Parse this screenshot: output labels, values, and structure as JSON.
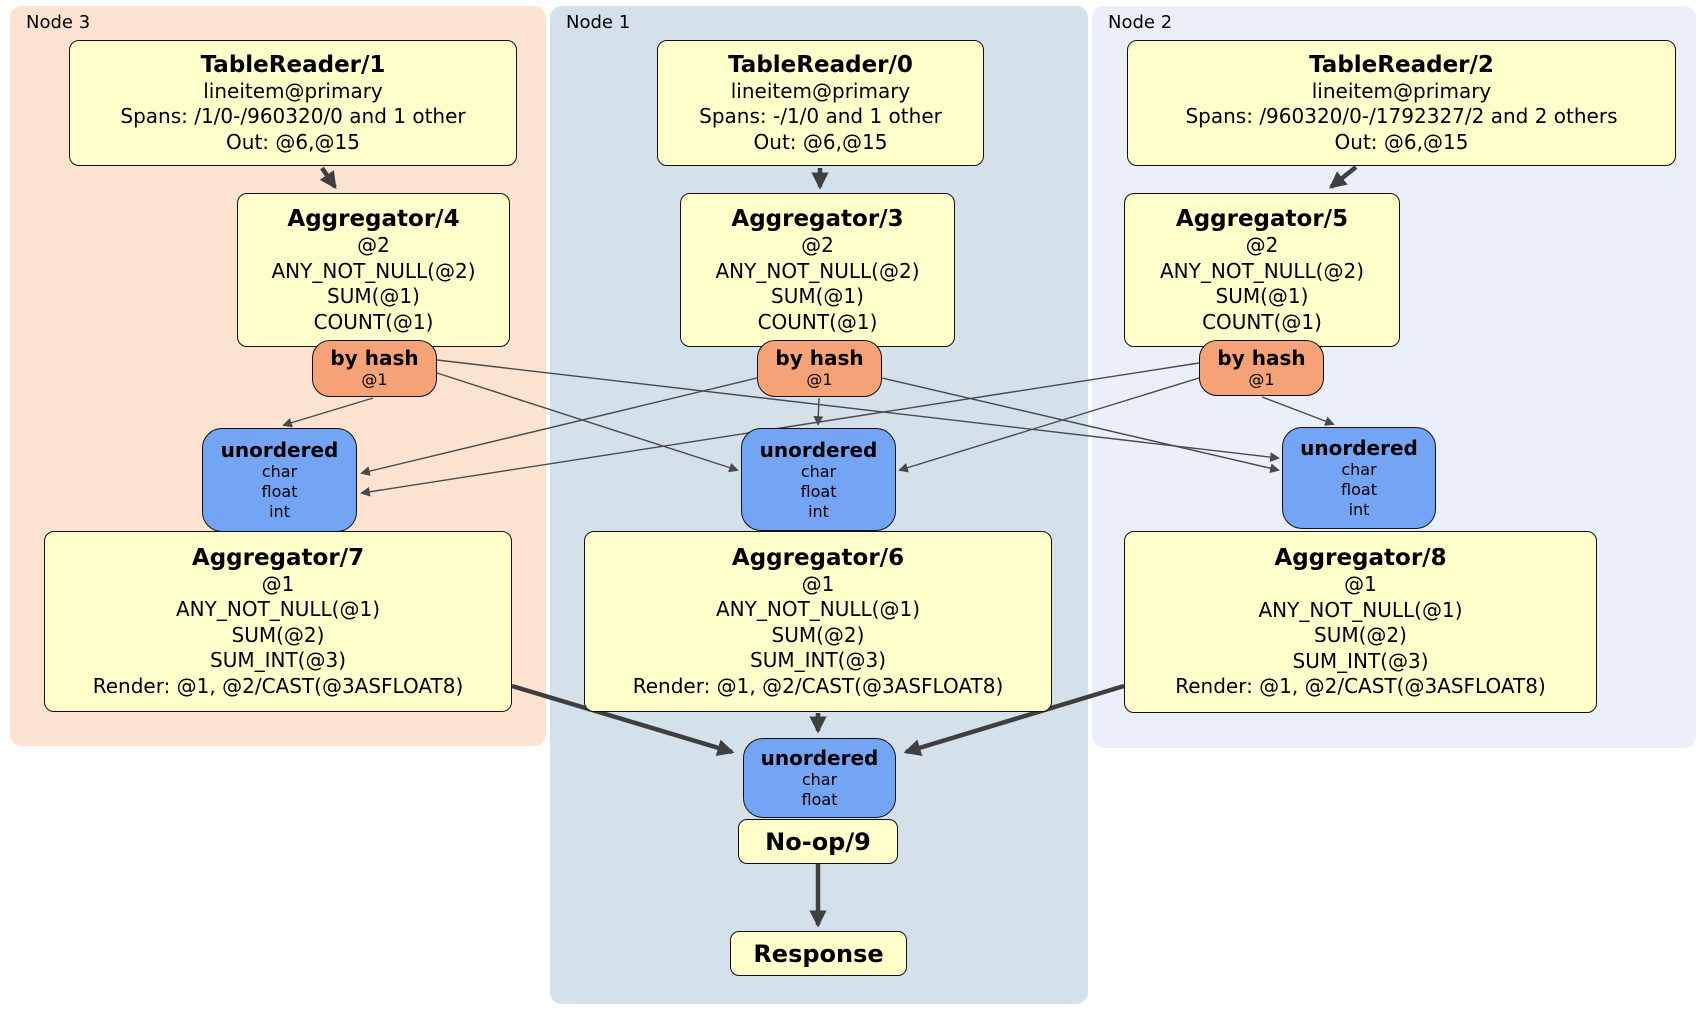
{
  "colors": {
    "node3_bg": "#fce3d1",
    "node1_bg": "#d4e1ea",
    "node2_bg": "#eaeffa",
    "processor_fill": "#ffffcc",
    "router_fill": "#f6a277",
    "sync_fill": "#74a4f4",
    "edge_thick": "#3f3f3f",
    "edge_thin": "#4a4a4a"
  },
  "node3": {
    "label": "Node 3",
    "table_reader": {
      "title": "TableReader/1",
      "lines": [
        "lineitem@primary",
        "Spans: /1/0-/960320/0 and 1 other",
        "Out: @6,@15"
      ]
    },
    "aggregator": {
      "title": "Aggregator/4",
      "lines": [
        "@2",
        "ANY_NOT_NULL(@2)",
        "SUM(@1)",
        "COUNT(@1)"
      ]
    },
    "router": {
      "title": "by hash",
      "key": "@1"
    },
    "sync": {
      "title": "unordered",
      "lines": [
        "char",
        "float",
        "int"
      ]
    },
    "aggregator_final": {
      "title": "Aggregator/7",
      "lines": [
        "@1",
        "ANY_NOT_NULL(@1)",
        "SUM(@2)",
        "SUM_INT(@3)",
        "Render: @1, @2/CAST(@3ASFLOAT8)"
      ]
    }
  },
  "node1": {
    "label": "Node 1",
    "table_reader": {
      "title": "TableReader/0",
      "lines": [
        "lineitem@primary",
        "Spans: -/1/0 and 1 other",
        "Out: @6,@15"
      ]
    },
    "aggregator": {
      "title": "Aggregator/3",
      "lines": [
        "@2",
        "ANY_NOT_NULL(@2)",
        "SUM(@1)",
        "COUNT(@1)"
      ]
    },
    "router": {
      "title": "by hash",
      "key": "@1"
    },
    "sync": {
      "title": "unordered",
      "lines": [
        "char",
        "float",
        "int"
      ]
    },
    "aggregator_final": {
      "title": "Aggregator/6",
      "lines": [
        "@1",
        "ANY_NOT_NULL(@1)",
        "SUM(@2)",
        "SUM_INT(@3)",
        "Render: @1, @2/CAST(@3ASFLOAT8)"
      ]
    }
  },
  "node2": {
    "label": "Node 2",
    "table_reader": {
      "title": "TableReader/2",
      "lines": [
        "lineitem@primary",
        "Spans: /960320/0-/1792327/2 and 2 others",
        "Out: @6,@15"
      ]
    },
    "aggregator": {
      "title": "Aggregator/5",
      "lines": [
        "@2",
        "ANY_NOT_NULL(@2)",
        "SUM(@1)",
        "COUNT(@1)"
      ]
    },
    "router": {
      "title": "by hash",
      "key": "@1"
    },
    "sync": {
      "title": "unordered",
      "lines": [
        "char",
        "float",
        "int"
      ]
    },
    "aggregator_final": {
      "title": "Aggregator/8",
      "lines": [
        "@1",
        "ANY_NOT_NULL(@1)",
        "SUM(@2)",
        "SUM_INT(@3)",
        "Render: @1, @2/CAST(@3ASFLOAT8)"
      ]
    }
  },
  "output": {
    "sync": {
      "title": "unordered",
      "lines": [
        "char",
        "float"
      ]
    },
    "noop": {
      "title": "No-op/9"
    },
    "response": {
      "title": "Response"
    }
  }
}
